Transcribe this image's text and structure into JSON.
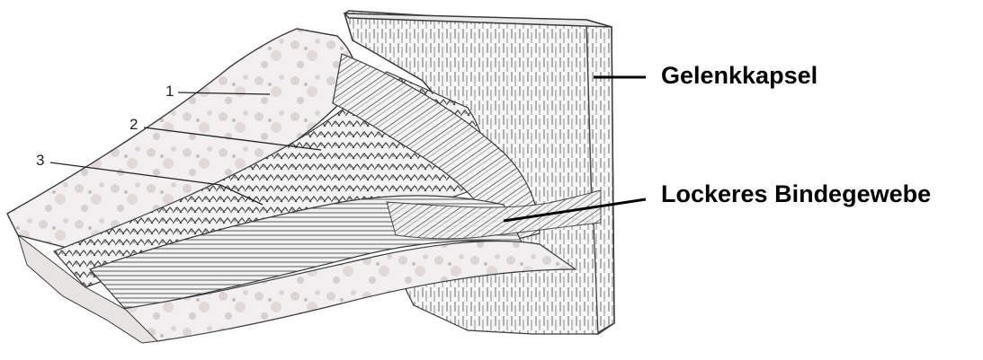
{
  "labels": {
    "capsule": "Gelenkkapsel",
    "loose_tissue": "Lockeres Bindegewebe"
  },
  "numbers": {
    "n1": "1",
    "n2": "2",
    "n3": "3"
  },
  "colors": {
    "stroke": "#3a3a3a",
    "mottle": "#d8d4d4",
    "fiber": "#555555"
  }
}
